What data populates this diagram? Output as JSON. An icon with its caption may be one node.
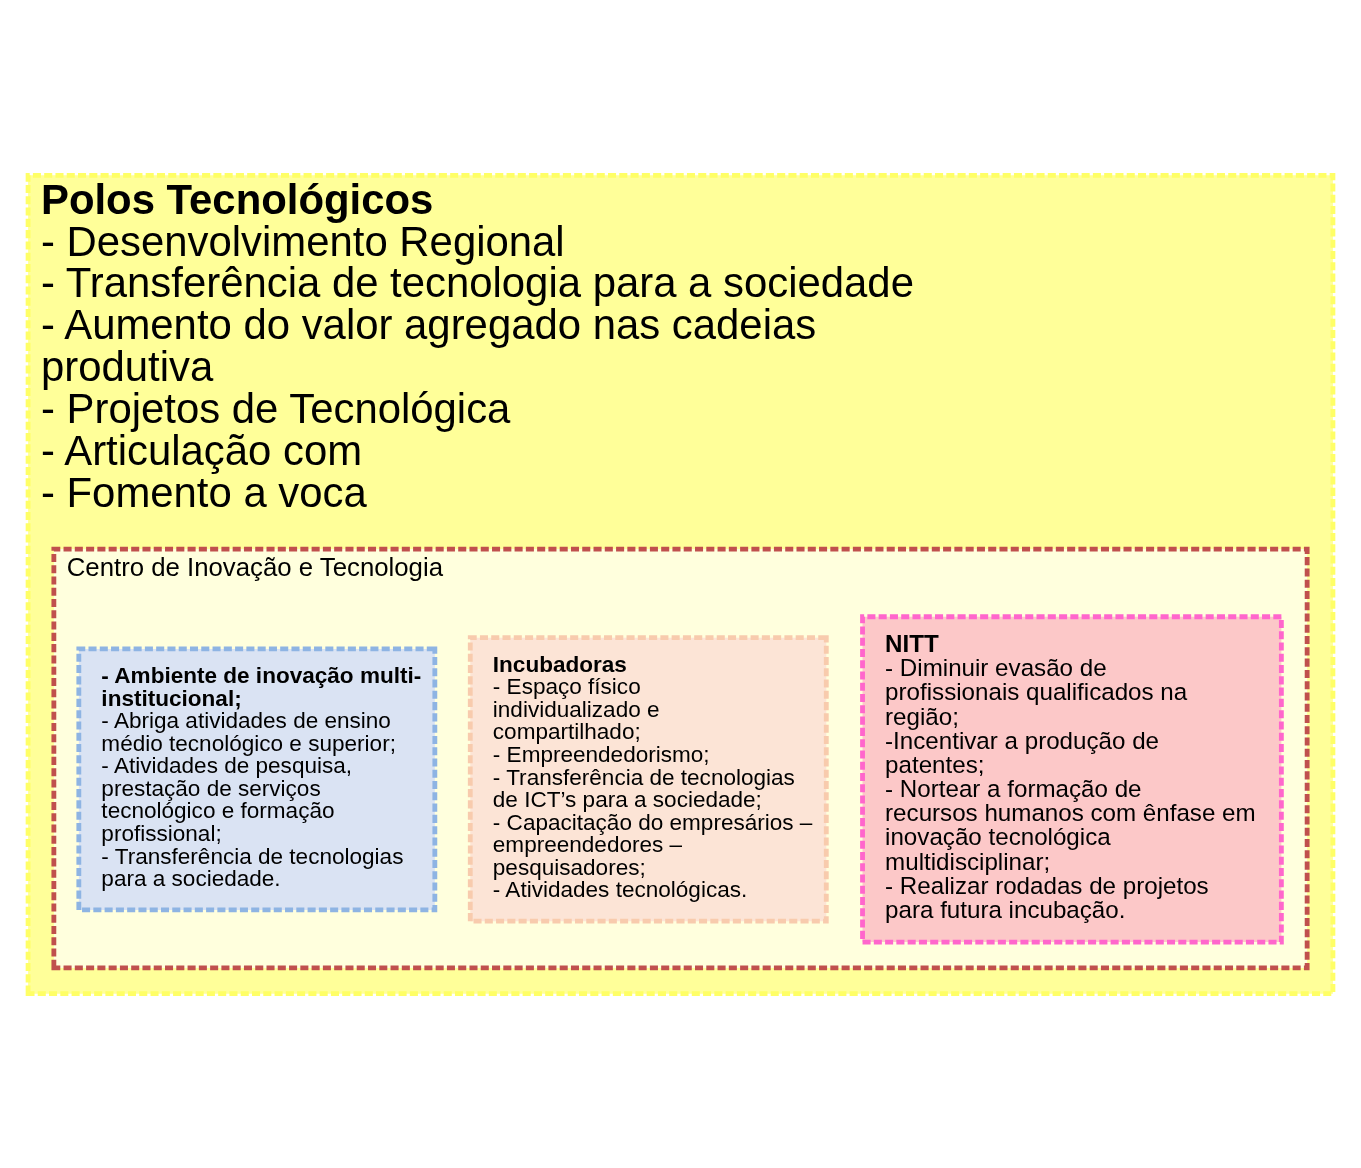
{
  "diagram": {
    "nodes": [
      {
        "text": [
          "Polos Tecnológicos",
          "- Desenvolvimento Regional",
          "- Transferência de tecnologia para a sociedade",
          "- Aumento do valor agregado nas cadeias produtiva",
          "- Projetos de Tecnológica",
          "- Articulação com",
          "- Fomento a voca"
        ]
      },
      {
        "text": [
          "Centro de Inovação e Tecnologia"
        ],
        "in": 0
      },
      {
        "text": [
          "NITT",
          "- Diminuir evasão de profissionais qualificados na região;",
          "-Incentivar a produção de patentes;",
          "- Nortear a formação de recursos humanos com ênfase em inovação tecnológica multidisciplinar;",
          "- Realizar rodadas de projetos para futura incubação."
        ],
        "in": 1
      },
      {
        "text": [
          "Incubadoras",
          "- Espaço físico individualizado e compartilhado;",
          "- Empreendedorismo;",
          "- Transferência de tecnologias de ICT’s para a sociedade;",
          "- Capacitação do empresários – empreendedores – pesquisadores;",
          "- Atividades tecnológicas."
        ],
        "in": 1
      },
      {
        "text": [
          "- Ambiente de inovação multi- institucional;",
          "- Abriga atividades de ensino médio tecnológico e superior;",
          "- Atividades de pesquisa, prestação de serviços tecnológico e formação profissional;",
          "- Transferência de tecnologias para a sociedade."
        ],
        "in": 1
      }
    ]
  }
}
